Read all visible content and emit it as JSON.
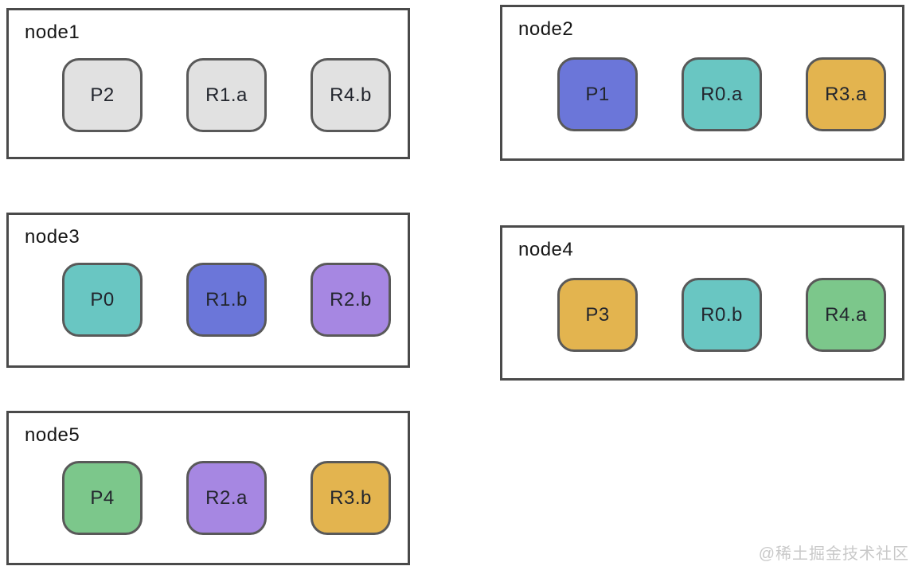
{
  "canvas": {
    "background": "#ffffff"
  },
  "colors": {
    "gray": "#e1e1e1",
    "blue": "#6b76d9",
    "teal": "#69c6c2",
    "gold": "#e3b44f",
    "purple": "#a687e2",
    "green": "#7cc78b",
    "container_border": "#4a4a4a",
    "chip_border": "#595959",
    "chip_text": "#23262e",
    "title_text": "#161616",
    "watermark_text": "#c9c9c9"
  },
  "nodes": [
    {
      "id": "node1",
      "title": "node1",
      "chips": [
        {
          "label": "P2",
          "color": "gray"
        },
        {
          "label": "R1.a",
          "color": "gray"
        },
        {
          "label": "R4.b",
          "color": "gray"
        }
      ]
    },
    {
      "id": "node2",
      "title": "node2",
      "chips": [
        {
          "label": "P1",
          "color": "blue"
        },
        {
          "label": "R0.a",
          "color": "teal"
        },
        {
          "label": "R3.a",
          "color": "gold"
        }
      ]
    },
    {
      "id": "node3",
      "title": "node3",
      "chips": [
        {
          "label": "P0",
          "color": "teal"
        },
        {
          "label": "R1.b",
          "color": "blue"
        },
        {
          "label": "R2.b",
          "color": "purple"
        }
      ]
    },
    {
      "id": "node4",
      "title": "node4",
      "chips": [
        {
          "label": "P3",
          "color": "gold"
        },
        {
          "label": "R0.b",
          "color": "teal"
        },
        {
          "label": "R4.a",
          "color": "green"
        }
      ]
    },
    {
      "id": "node5",
      "title": "node5",
      "chips": [
        {
          "label": "P4",
          "color": "green"
        },
        {
          "label": "R2.a",
          "color": "purple"
        },
        {
          "label": "R3.b",
          "color": "gold"
        }
      ]
    }
  ],
  "watermark": {
    "text": "@稀土掘金技术社区"
  }
}
